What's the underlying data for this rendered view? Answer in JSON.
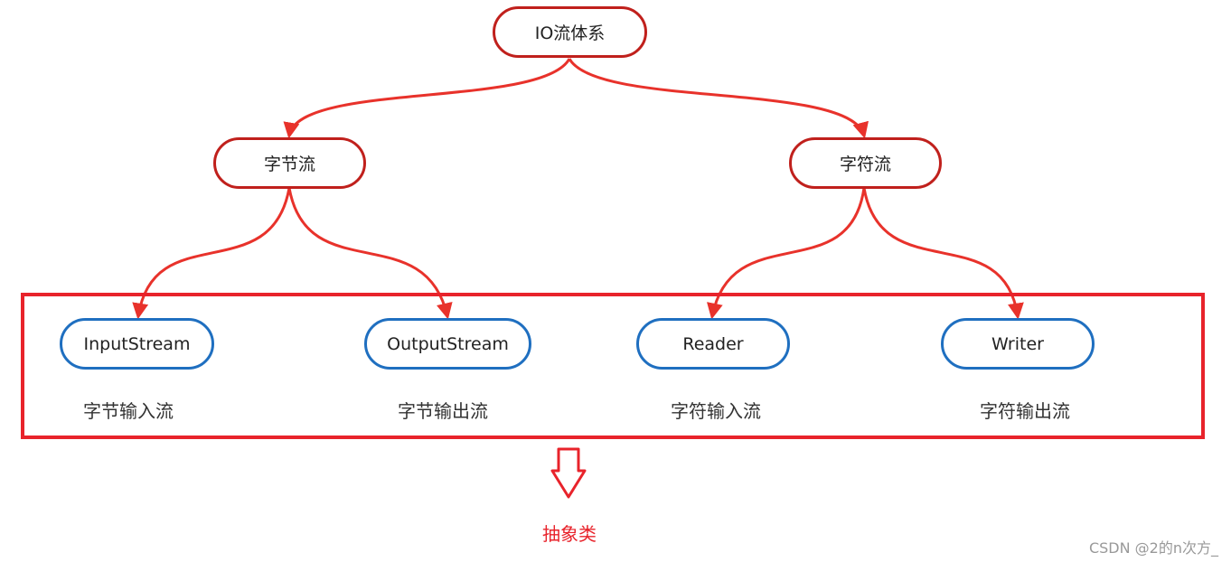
{
  "colors": {
    "root_border": "#c0201c",
    "leaf_border": "#1f6fc0",
    "arrow": "#e8322b",
    "highlight_box": "#e8232b"
  },
  "nodes": {
    "root": "IO流体系",
    "byte_stream": "字节流",
    "char_stream": "字符流",
    "input_stream": "InputStream",
    "output_stream": "OutputStream",
    "reader": "Reader",
    "writer": "Writer"
  },
  "descriptions": {
    "byte_input": "字节输入流",
    "byte_output": "字节输出流",
    "char_input": "字符输入流",
    "char_output": "字符输出流"
  },
  "abstract_label": "抽象类",
  "watermark": "CSDN @2的n次方_"
}
